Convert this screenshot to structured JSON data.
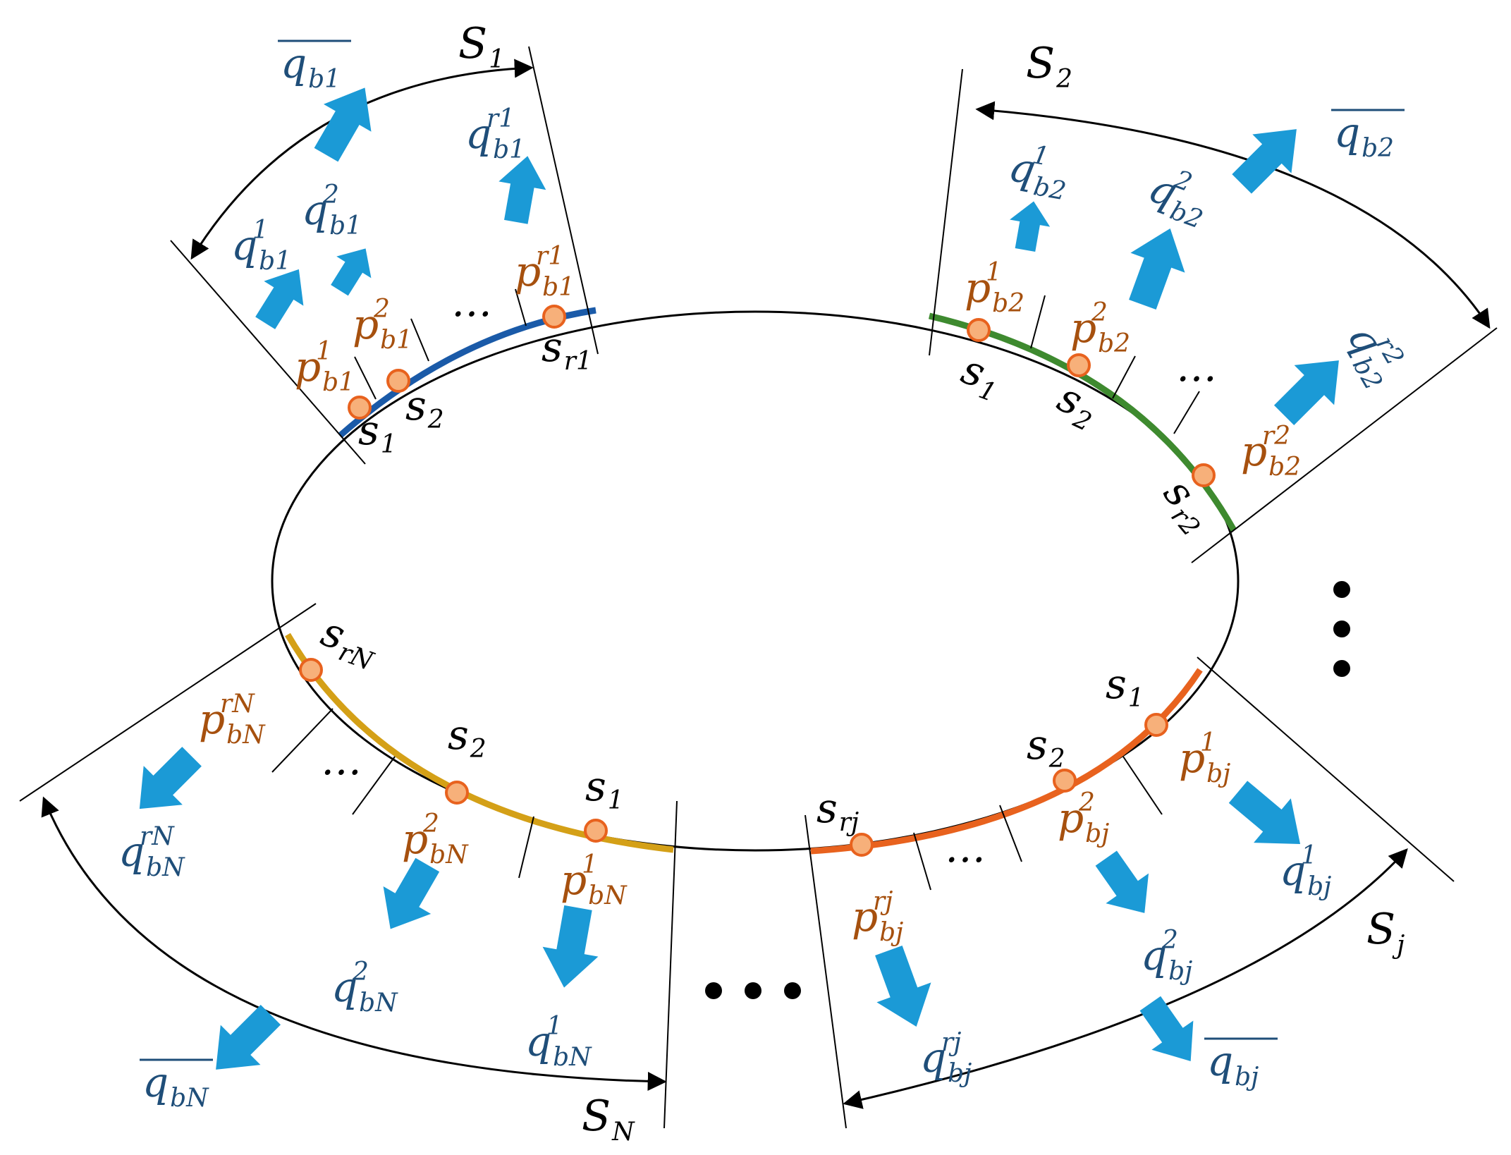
{
  "diagram": {
    "segments": [
      {
        "id": "1",
        "color": "#1a5aa8",
        "region_label": "S",
        "region_sub": "1",
        "avg_flux": {
          "base": "q",
          "sub": "b1"
        },
        "flux": [
          {
            "base": "q",
            "sub": "b1",
            "sup": "1"
          },
          {
            "base": "q",
            "sub": "b1",
            "sup": "2"
          },
          {
            "base": "q",
            "sub": "b1",
            "sup": "r1"
          }
        ],
        "points": [
          {
            "base": "p",
            "sub": "b1",
            "sup": "1"
          },
          {
            "base": "p",
            "sub": "b1",
            "sup": "2"
          },
          {
            "base": "p",
            "sub": "b1",
            "sup": "r1"
          }
        ],
        "nodes": [
          {
            "base": "s",
            "sub": "1"
          },
          {
            "base": "s",
            "sub": "2"
          },
          {
            "base": "s",
            "sub": "r1"
          }
        ]
      },
      {
        "id": "2",
        "color": "#3e8a2f",
        "region_label": "S",
        "region_sub": "2",
        "avg_flux": {
          "base": "q",
          "sub": "b2"
        },
        "flux": [
          {
            "base": "q",
            "sub": "b2",
            "sup": "1"
          },
          {
            "base": "q",
            "sub": "b2",
            "sup": "2"
          },
          {
            "base": "q",
            "sub": "b2",
            "sup": "r2"
          }
        ],
        "points": [
          {
            "base": "p",
            "sub": "b2",
            "sup": "1"
          },
          {
            "base": "p",
            "sub": "b2",
            "sup": "2"
          },
          {
            "base": "p",
            "sub": "b2",
            "sup": "r2"
          }
        ],
        "nodes": [
          {
            "base": "s",
            "sub": "1"
          },
          {
            "base": "s",
            "sub": "2"
          },
          {
            "base": "s",
            "sub": "r2"
          }
        ]
      },
      {
        "id": "j",
        "color": "#e8621e",
        "region_label": "S",
        "region_sub": "j",
        "avg_flux": {
          "base": "q",
          "sub": "bj"
        },
        "flux": [
          {
            "base": "q",
            "sub": "bj",
            "sup": "1"
          },
          {
            "base": "q",
            "sub": "bj",
            "sup": "2"
          },
          {
            "base": "q",
            "sub": "bj",
            "sup": "rj"
          }
        ],
        "points": [
          {
            "base": "p",
            "sub": "bj",
            "sup": "1"
          },
          {
            "base": "p",
            "sub": "bj",
            "sup": "2"
          },
          {
            "base": "p",
            "sub": "bj",
            "sup": "rj"
          }
        ],
        "nodes": [
          {
            "base": "s",
            "sub": "1"
          },
          {
            "base": "s",
            "sub": "2"
          },
          {
            "base": "s",
            "sub": "rj"
          }
        ]
      },
      {
        "id": "N",
        "color": "#d4a017",
        "region_label": "S",
        "region_sub": "N",
        "avg_flux": {
          "base": "q",
          "sub": "bN"
        },
        "flux": [
          {
            "base": "q",
            "sub": "bN",
            "sup": "1"
          },
          {
            "base": "q",
            "sub": "bN",
            "sup": "2"
          },
          {
            "base": "q",
            "sub": "bN",
            "sup": "rN"
          }
        ],
        "points": [
          {
            "base": "p",
            "sub": "bN",
            "sup": "1"
          },
          {
            "base": "p",
            "sub": "bN",
            "sup": "2"
          },
          {
            "base": "p",
            "sub": "bN",
            "sup": "rN"
          }
        ],
        "nodes": [
          {
            "base": "s",
            "sub": "1"
          },
          {
            "base": "s",
            "sub": "2"
          },
          {
            "base": "s",
            "sub": "rN"
          }
        ]
      }
    ],
    "ellipsis": "…",
    "colors": {
      "flux_text": "#1f4e79",
      "point_text": "#a6500e",
      "arrow_fill": "#1b9ad6",
      "point_fill": "#f7b07a",
      "point_stroke": "#e8621e"
    }
  }
}
